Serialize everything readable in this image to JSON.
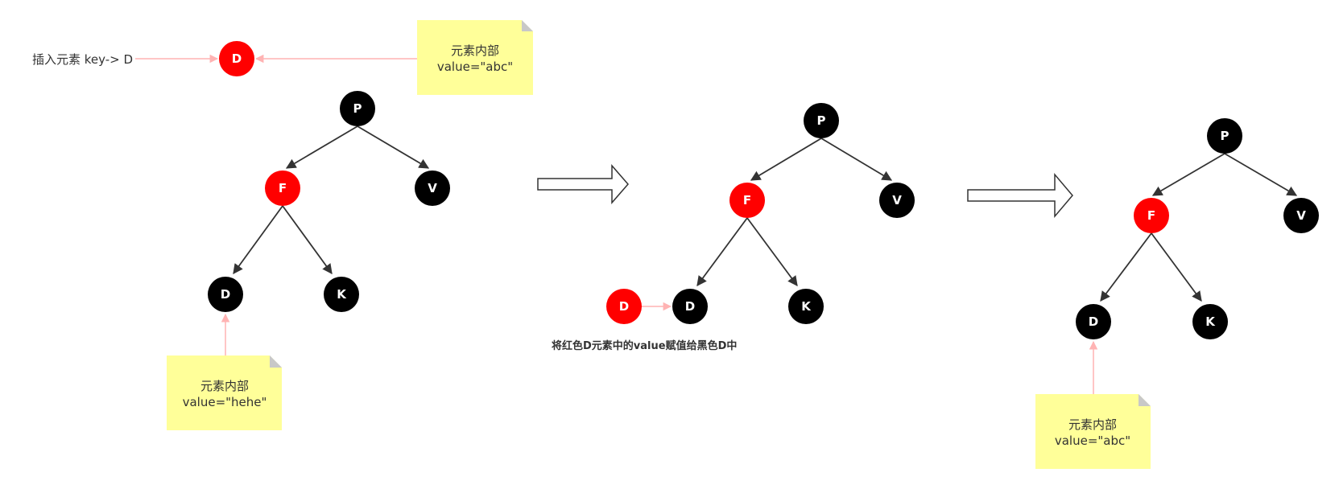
{
  "colors": {
    "red_node": "#ff0000",
    "black_node": "#000000",
    "edge": "#333333",
    "pink_arrow": "#ffb3b3",
    "note_fill": "#ffff99",
    "note_fold": "#c8c8c8"
  },
  "insert_label": "插入元素 key-> D",
  "inserted_node": "D",
  "note_top": {
    "line1": "元素内部",
    "line2": "value=\"abc\""
  },
  "tree1": {
    "nodes": {
      "p": "P",
      "f": "F",
      "v": "V",
      "d": "D",
      "k": "K"
    },
    "note": {
      "line1": "元素内部",
      "line2": "value=\"hehe\""
    }
  },
  "tree2": {
    "nodes": {
      "p": "P",
      "f": "F",
      "v": "V",
      "d": "D",
      "k": "K",
      "red_d": "D"
    },
    "caption": "将红色D元素中的value赋值给黑色D中"
  },
  "tree3": {
    "nodes": {
      "p": "P",
      "f": "F",
      "v": "V",
      "d": "D",
      "k": "K"
    },
    "note": {
      "line1": "元素内部",
      "line2": "value=\"abc\""
    }
  }
}
